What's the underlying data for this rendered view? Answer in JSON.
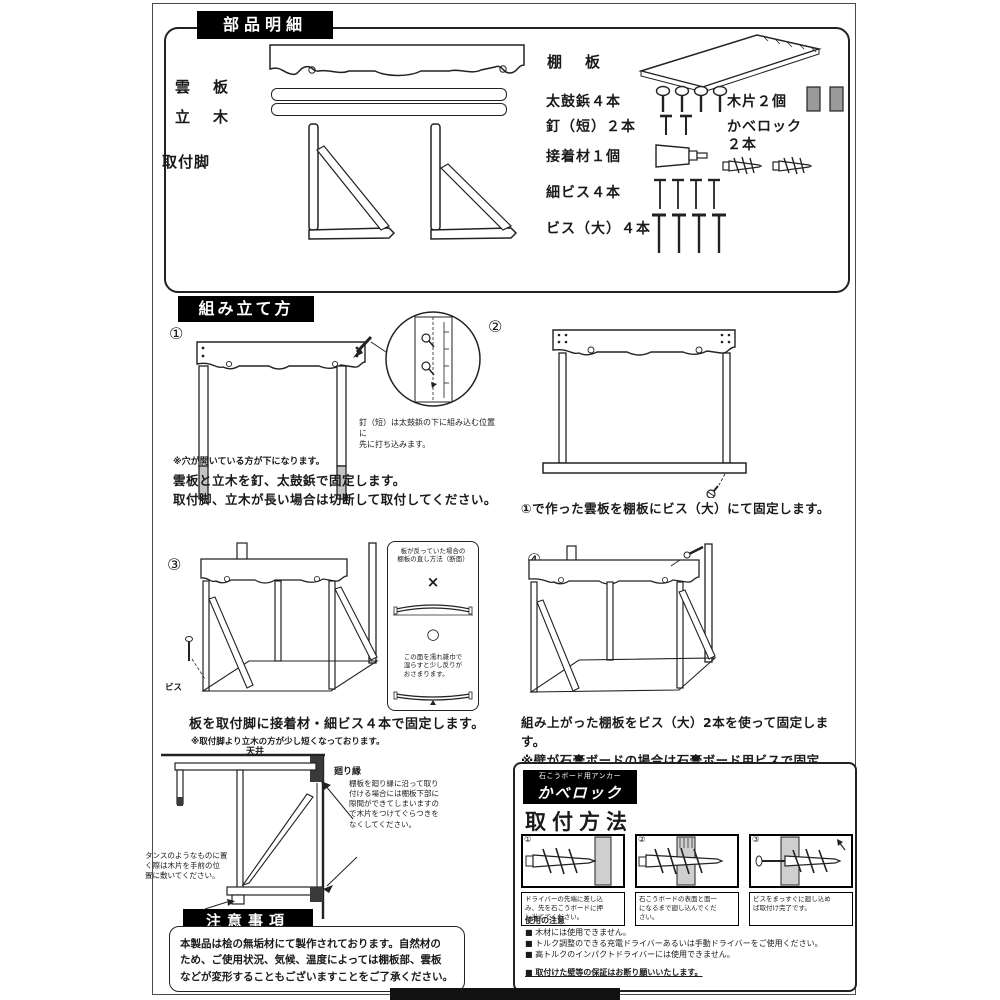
{
  "parts": {
    "title": "部品明細",
    "cloud_board": "雲　板",
    "upright": "立　木",
    "legs": "取付脚",
    "shelf": "棚　板",
    "tacks": "太鼓鋲４本",
    "nails": "釘（短）２本",
    "glue": "接着材１個",
    "thin_screws": "細ビス４本",
    "big_screws": "ビス（大）４本",
    "wood_pieces": "木片２個",
    "kabelock_label": "かべロック",
    "kabelock_qty": "２本"
  },
  "assembly": {
    "title": "組み立て方",
    "step1": {
      "num": "①",
      "inset_note": "釘（短）は太鼓鋲の下に組み込む位置に\n先に打ち込みます。",
      "hole_note": "※穴が開いている方が下になります。",
      "caption": "雲板と立木を釘、太鼓鋲で固定します。\n取付脚、立木が長い場合は切断して取付してください。"
    },
    "step2": {
      "num": "②",
      "caption": "①で作った雲板を棚板にビス（大）にて固定します。"
    },
    "step3": {
      "num": "③",
      "screw_label": "ビス",
      "panel_title": "板が反っていた場合の\n棚板の直し方法（断面）",
      "mark_x": "×",
      "mark_o": "○",
      "panel_note": "この面を濡れ雑巾で\n湿らすと少し反りが\nおさまります。",
      "caption": "板を取付脚に接着材・細ビス４本で固定します。",
      "subcaption": "※取付脚より立木の方が少し短くなっております。"
    },
    "step4": {
      "num": "④",
      "caption": "組み上がった棚板をビス（大）2本を使って固定します。\n※壁が石膏ボードの場合は石膏ボード用ビスで固定\nしてください。（同梱済み）"
    }
  },
  "sideview": {
    "ceiling": "天井",
    "molding": "廻り縁",
    "right_note": "棚板を廻り縁に沿って取り\n付ける場合には棚板下部に\n隙間ができてしまいますの\nで木片をつけてぐらつきを\nなくしてください。",
    "left_note": "タンスのようなものに置\nく際は木片を手前の位\n置に敷いてください。"
  },
  "cautions": {
    "title": "注意事項",
    "body": "本製品は桧の無垢材にて製作されております。自然材の\nため、ご使用状況、気候、温度によっては棚板部、雲板\nなどが変形することもございますことをご了承ください。"
  },
  "kabelock": {
    "tagline": "石こうボード用アンカー",
    "brand": "かべロック",
    "heading": "取付方法",
    "panels": [
      {
        "num": "①",
        "caption": "ドライバーの先端に差し込\nみ、先を石こうボードに押\nし当ててください。"
      },
      {
        "num": "②",
        "caption": "石こうボードの表面と面一\nになるまで廻し込んでくだ\nさい。"
      },
      {
        "num": "③",
        "caption": "ビスをまっすぐに廻し込め\nば取付け完了です。"
      }
    ],
    "notes_title": "使用の注意",
    "notes": [
      "■ 木材には使用できません。",
      "■ トルク調整のできる充電ドライバーあるいは手動ドライバーをご使用ください。",
      "■ 高トルクのインパクトドライバーには使用できません。"
    ],
    "warranty": "■ 取付けた壁等の保証はお断り願いいたします。"
  }
}
